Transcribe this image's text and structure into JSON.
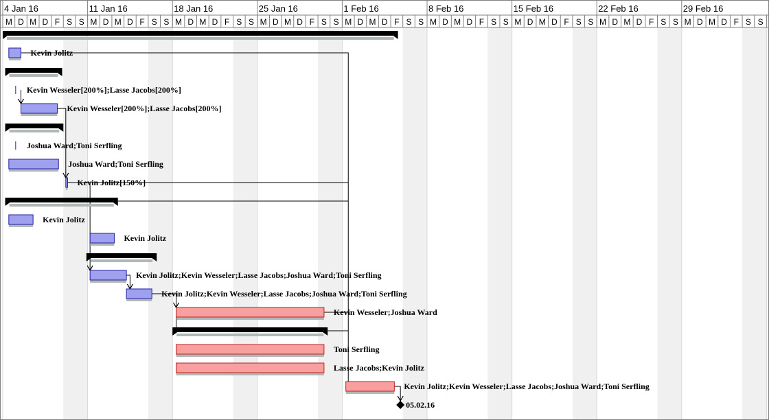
{
  "weeks": [
    "4 Jan 16",
    "11 Jan 16",
    "18 Jan 16",
    "25 Jan 16",
    "1 Feb 16",
    "8 Feb 16",
    "15 Feb 16",
    "22 Feb 16",
    "29 Feb 16"
  ],
  "day_letters": [
    "M",
    "D",
    "M",
    "D",
    "F",
    "S",
    "S"
  ],
  "colors": {
    "task_fill": "#a0a0f0",
    "task_stroke": "#2020a0",
    "critical_fill": "#f8a0a0",
    "critical_stroke": "#c02020",
    "summary": "#000000",
    "shadow": "#b0b8b8",
    "weekend_band": "#f0f0f0",
    "grid": "#d8d8d8"
  },
  "rows": [
    {
      "type": "summary",
      "label": ""
    },
    {
      "type": "task",
      "label": "Kevin Jolitz"
    },
    {
      "type": "summary",
      "label": ""
    },
    {
      "type": "milestone-line",
      "label": "Kevin Wesseler[200%];Lasse Jacobs[200%]"
    },
    {
      "type": "task",
      "label": "Kevin Wesseler[200%];Lasse Jacobs[200%]"
    },
    {
      "type": "summary",
      "label": ""
    },
    {
      "type": "milestone-line",
      "label": "Joshua Ward;Toni Serfling"
    },
    {
      "type": "task",
      "label": "Joshua Ward;Toni Serfling"
    },
    {
      "type": "task",
      "label": "Kevin Jolitz[150%]"
    },
    {
      "type": "summary",
      "label": ""
    },
    {
      "type": "task",
      "label": "Kevin Jolitz"
    },
    {
      "type": "task",
      "label": "Kevin Jolitz"
    },
    {
      "type": "summary",
      "label": ""
    },
    {
      "type": "task",
      "label": "Kevin Jolitz;Kevin Wesseler;Lasse Jacobs;Joshua Ward;Toni Serfling"
    },
    {
      "type": "task",
      "label": "Kevin Jolitz;Kevin Wesseler;Lasse Jacobs;Joshua Ward;Toni Serfling"
    },
    {
      "type": "critical",
      "label": "Kevin Wesseler;Joshua Ward"
    },
    {
      "type": "summary",
      "label": ""
    },
    {
      "type": "critical",
      "label": "Toni Serfling"
    },
    {
      "type": "critical",
      "label": "Lasse Jacobs;Kevin Jolitz"
    },
    {
      "type": "critical",
      "label": "Kevin Jolitz;Kevin Wesseler;Lasse Jacobs;Joshua Ward;Toni Serfling"
    },
    {
      "type": "milestone",
      "label": "05.02.16"
    }
  ]
}
